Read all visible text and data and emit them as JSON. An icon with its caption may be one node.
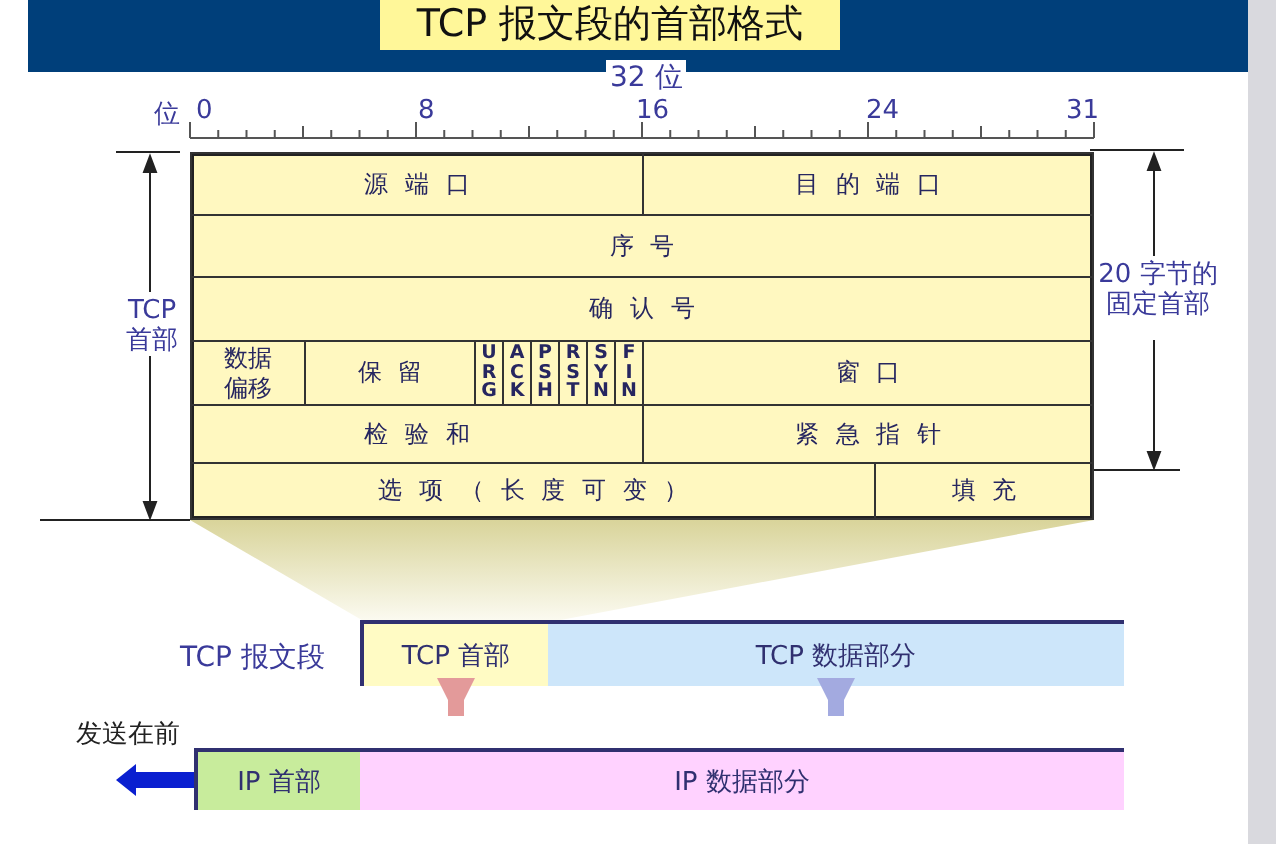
{
  "diagram": {
    "title": "TCP 报文段的首部格式",
    "nodes": [
      {
        "text": [],
        "shape": "box"
      },
      {
        "text": [
          "源端口"
        ],
        "in": 0
      },
      {
        "text": [
          "目的端口"
        ],
        "in": 0
      },
      {
        "text": [
          "序号"
        ],
        "in": 0
      },
      {
        "text": [
          "确认号"
        ],
        "in": 0
      },
      {
        "text": [
          "数据偏移"
        ],
        "in": 0
      },
      {
        "text": [
          "保留"
        ],
        "in": 0
      },
      {
        "text": [
          "URG"
        ],
        "in": 0
      },
      {
        "text": [
          "ACK"
        ],
        "in": 0
      },
      {
        "text": [
          "PSH"
        ],
        "in": 0
      },
      {
        "text": [
          "RST"
        ],
        "in": 0
      },
      {
        "text": [
          "SYN"
        ],
        "in": 0
      },
      {
        "text": [
          "FIN"
        ],
        "in": 0
      },
      {
        "text": [
          "窗口"
        ],
        "in": 0
      },
      {
        "text": [
          "检验和"
        ],
        "in": 0
      },
      {
        "text": [
          "紧急指针"
        ],
        "in": 0
      },
      {
        "text": [
          "选项（长度可变）"
        ],
        "in": 0
      },
      {
        "text": [
          "填充"
        ],
        "in": 0
      },
      {
        "text": [],
        "shape": "box"
      },
      {
        "text": [
          "TCP 首部"
        ],
        "in": 18
      },
      {
        "text": [
          "TCP 数据部分"
        ],
        "in": 18
      },
      {
        "text": [],
        "shape": "box"
      },
      {
        "text": [
          "IP 首部"
        ],
        "in": 21
      },
      {
        "text": [
          "IP 数据部分"
        ],
        "in": 21
      },
      {
        "text": [],
        "shape": "trapezoid"
      }
    ],
    "edges": [
      {
        "from": 19,
        "to": 23,
        "arrow": "to",
        "color": "#e39a9a"
      },
      {
        "from": 20,
        "to": 23,
        "arrow": "to",
        "color": "#a3aae0"
      }
    ],
    "labels": [
      "32 位",
      "位",
      "0",
      "8",
      "16",
      "24",
      "31",
      "TCP 首部",
      "20 字节的固定首部",
      "TCP 报文段",
      "发送在前"
    ]
  }
}
